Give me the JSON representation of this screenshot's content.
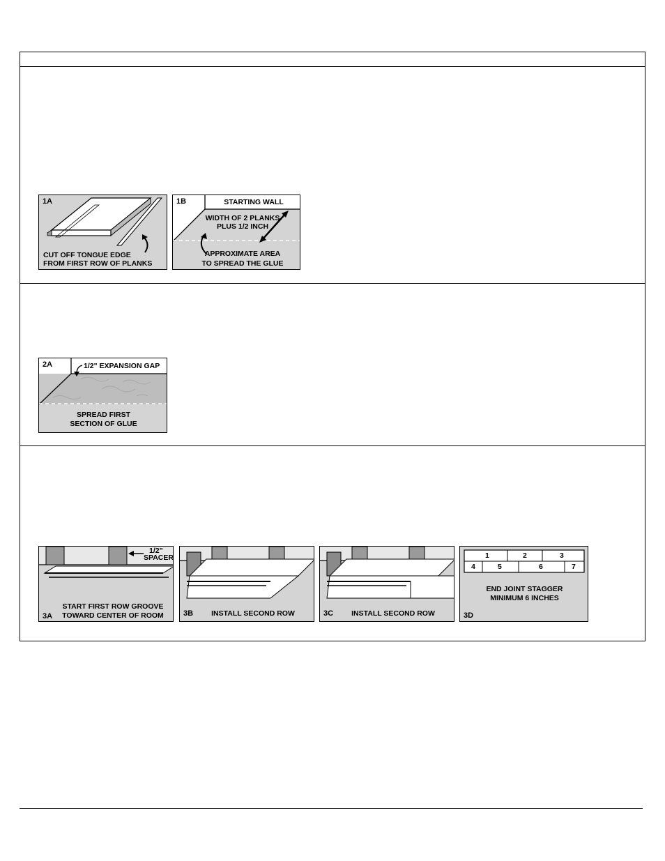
{
  "figures": {
    "f1a": {
      "id": "1A",
      "caption_line1": "CUT OFF TONGUE EDGE",
      "caption_line2": "FROM FIRST ROW OF PLANKS"
    },
    "f1b": {
      "id": "1B",
      "wall_label": "STARTING WALL",
      "width_line1": "WIDTH OF 2 PLANKS",
      "width_line2": "PLUS 1/2 INCH",
      "area_line1": "APPROXIMATE AREA",
      "area_line2": "TO SPREAD THE GLUE"
    },
    "f2a": {
      "id": "2A",
      "gap_label": "1/2\" EXPANSION GAP",
      "caption_line1": "SPREAD FIRST",
      "caption_line2": "SECTION OF GLUE"
    },
    "f3a": {
      "id": "3A",
      "spacer_line1": "1/2\"",
      "spacer_line2": "SPACERS",
      "caption_line1": "START FIRST ROW GROOVE",
      "caption_line2": "TOWARD CENTER OF ROOM"
    },
    "f3b": {
      "id": "3B",
      "caption": "INSTALL SECOND ROW"
    },
    "f3c": {
      "id": "3C",
      "caption": "INSTALL SECOND ROW"
    },
    "f3d": {
      "id": "3D",
      "row1": [
        "1",
        "2",
        "3"
      ],
      "row2": [
        "4",
        "5",
        "6",
        "7"
      ],
      "caption_line1": "END JOINT STAGGER",
      "caption_line2": "MINIMUM 6 INCHES"
    }
  }
}
